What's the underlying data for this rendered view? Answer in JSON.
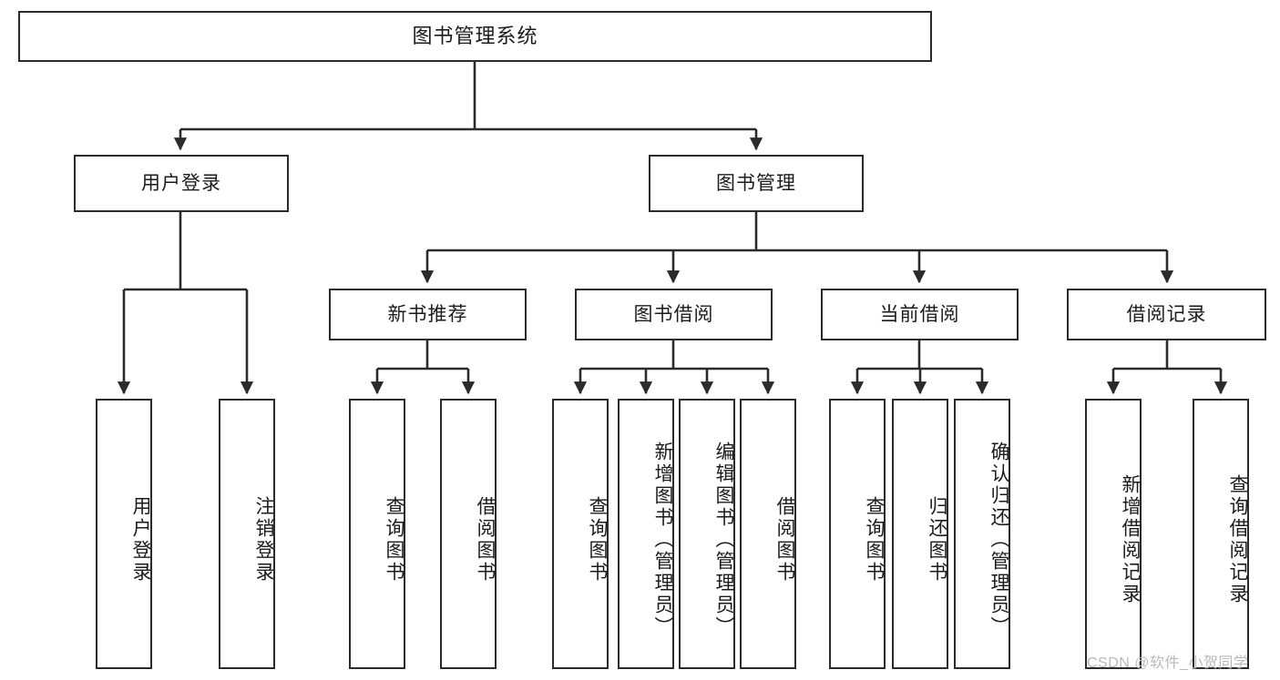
{
  "diagram": {
    "kind": "function-structure-tree",
    "title": "图书管理系统",
    "watermark": "CSDN @软件_小贺同学",
    "colors": {
      "stroke": "#2b2b2b",
      "fill": "#ffffff",
      "text": "#1b1b1b",
      "watermark": "#b9b9b9"
    },
    "levels": {
      "root": {
        "label": "图书管理系统"
      },
      "level2": [
        {
          "id": "user-login",
          "label": "用户登录"
        },
        {
          "id": "book-manage",
          "label": "图书管理"
        }
      ],
      "level3": [
        {
          "id": "new-book-rec",
          "label": "新书推荐",
          "parent": "book-manage"
        },
        {
          "id": "book-borrow",
          "label": "图书借阅",
          "parent": "book-manage"
        },
        {
          "id": "current-borrow",
          "label": "当前借阅",
          "parent": "book-manage"
        },
        {
          "id": "borrow-record",
          "label": "借阅记录",
          "parent": "book-manage"
        }
      ],
      "leaves": [
        {
          "id": "leaf-user-login",
          "label": "用户登录",
          "parent": "user-login"
        },
        {
          "id": "leaf-user-logout",
          "label": "注销登录",
          "parent": "user-login"
        },
        {
          "id": "leaf-query-book-1",
          "label": "查询图书",
          "parent": "new-book-rec"
        },
        {
          "id": "leaf-borrow-book-1",
          "label": "借阅图书",
          "parent": "new-book-rec"
        },
        {
          "id": "leaf-query-book-2",
          "label": "查询图书",
          "parent": "book-borrow"
        },
        {
          "id": "leaf-add-book",
          "label": "新增图书（管理员）",
          "parent": "book-borrow"
        },
        {
          "id": "leaf-edit-book",
          "label": "编辑图书（管理员）",
          "parent": "book-borrow"
        },
        {
          "id": "leaf-borrow-book-2",
          "label": "借阅图书",
          "parent": "book-borrow"
        },
        {
          "id": "leaf-query-book-3",
          "label": "查询图书",
          "parent": "current-borrow"
        },
        {
          "id": "leaf-return-book",
          "label": "归还图书",
          "parent": "current-borrow"
        },
        {
          "id": "leaf-confirm-return",
          "label": "确认归还（管理员）",
          "parent": "current-borrow"
        },
        {
          "id": "leaf-add-record",
          "label": "新增借阅记录",
          "parent": "borrow-record"
        },
        {
          "id": "leaf-query-record",
          "label": "查询借阅记录",
          "parent": "borrow-record"
        }
      ]
    }
  }
}
